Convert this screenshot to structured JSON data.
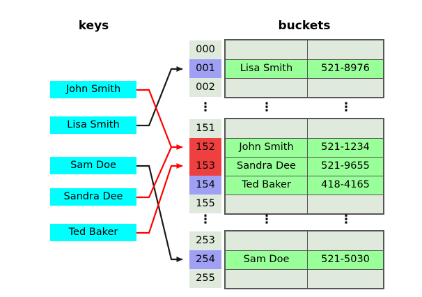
{
  "titles": {
    "keys": "keys",
    "buckets": "buckets"
  },
  "colors": {
    "key_box": "#00ffff",
    "index_default": "#dfe9dc",
    "index_blue": "#9f9ff4",
    "index_red": "#ef4040",
    "bucket_filled": "#99ff99",
    "bucket_empty": "#dfe9dc",
    "arrow_black": "#1a1a1a",
    "arrow_red": "#ff0000",
    "border": "#555555"
  },
  "keys": [
    {
      "label": "John Smith"
    },
    {
      "label": "Lisa Smith"
    },
    {
      "label": "Sam Doe"
    },
    {
      "label": "Sandra Dee"
    },
    {
      "label": "Ted Baker"
    }
  ],
  "ellipsis": {
    "glyph": "⋮"
  },
  "groups": [
    {
      "rows": [
        {
          "index": "000",
          "index_state": "default",
          "name": "",
          "phone": "",
          "filled": false
        },
        {
          "index": "001",
          "index_state": "blue",
          "name": "Lisa Smith",
          "phone": "521-8976",
          "filled": true
        },
        {
          "index": "002",
          "index_state": "default",
          "name": "",
          "phone": "",
          "filled": false
        }
      ]
    },
    {
      "rows": [
        {
          "index": "151",
          "index_state": "default",
          "name": "",
          "phone": "",
          "filled": false
        },
        {
          "index": "152",
          "index_state": "red",
          "name": "John Smith",
          "phone": "521-1234",
          "filled": true
        },
        {
          "index": "153",
          "index_state": "red",
          "name": "Sandra Dee",
          "phone": "521-9655",
          "filled": true
        },
        {
          "index": "154",
          "index_state": "blue",
          "name": "Ted Baker",
          "phone": "418-4165",
          "filled": true
        },
        {
          "index": "155",
          "index_state": "default",
          "name": "",
          "phone": "",
          "filled": false
        }
      ]
    },
    {
      "rows": [
        {
          "index": "253",
          "index_state": "default",
          "name": "",
          "phone": "",
          "filled": false
        },
        {
          "index": "254",
          "index_state": "blue",
          "name": "Sam Doe",
          "phone": "521-5030",
          "filled": true
        },
        {
          "index": "255",
          "index_state": "default",
          "name": "",
          "phone": "",
          "filled": false
        }
      ]
    }
  ],
  "mappings": [
    {
      "from_key": "John Smith",
      "to_index": "152",
      "color": "red"
    },
    {
      "from_key": "Lisa Smith",
      "to_index": "001",
      "color": "black"
    },
    {
      "from_key": "Sam Doe",
      "to_index": "254",
      "color": "black"
    },
    {
      "from_key": "Sandra Dee",
      "to_index": "153",
      "color": "red"
    },
    {
      "from_key": "Ted Baker",
      "to_index": "154",
      "color": "red"
    }
  ]
}
